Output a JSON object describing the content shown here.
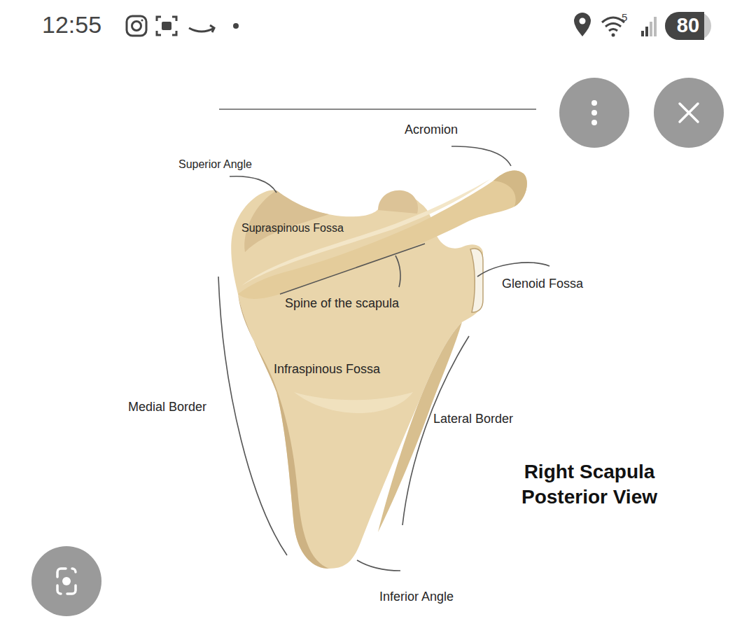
{
  "diagram": {
    "title": "Right Scapula Posterior View",
    "labels": [
      "12:55",
      "5",
      "80",
      "Acromion",
      "Superior Angle",
      "Supraspinous Fossa",
      "Glenoid Fossa",
      "Spine of the scapula",
      "Infraspinous Fossa",
      "Medial Border",
      "Lateral Border",
      "Inferior Angle"
    ]
  }
}
